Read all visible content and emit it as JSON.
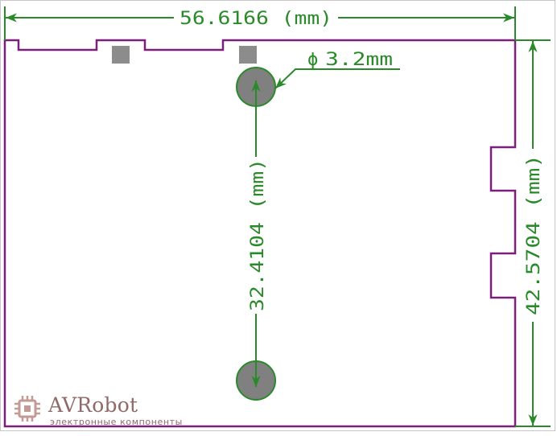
{
  "dimensions": {
    "width_label": "56.6166 (mm)",
    "height_label": "42.5704 (mm)",
    "hole_spacing_label": "32.4104 (mm)",
    "hole_diameter_symbol": "ϕ",
    "hole_diameter_value": "3.2mm"
  },
  "watermark": {
    "brand": "AVRobot",
    "tagline": "электронные компоненты"
  },
  "colors": {
    "dimension": "#2a8a2a",
    "outline": "#7b1f7b",
    "pad": "#8c8c8c",
    "logo": "#8f6a68"
  }
}
